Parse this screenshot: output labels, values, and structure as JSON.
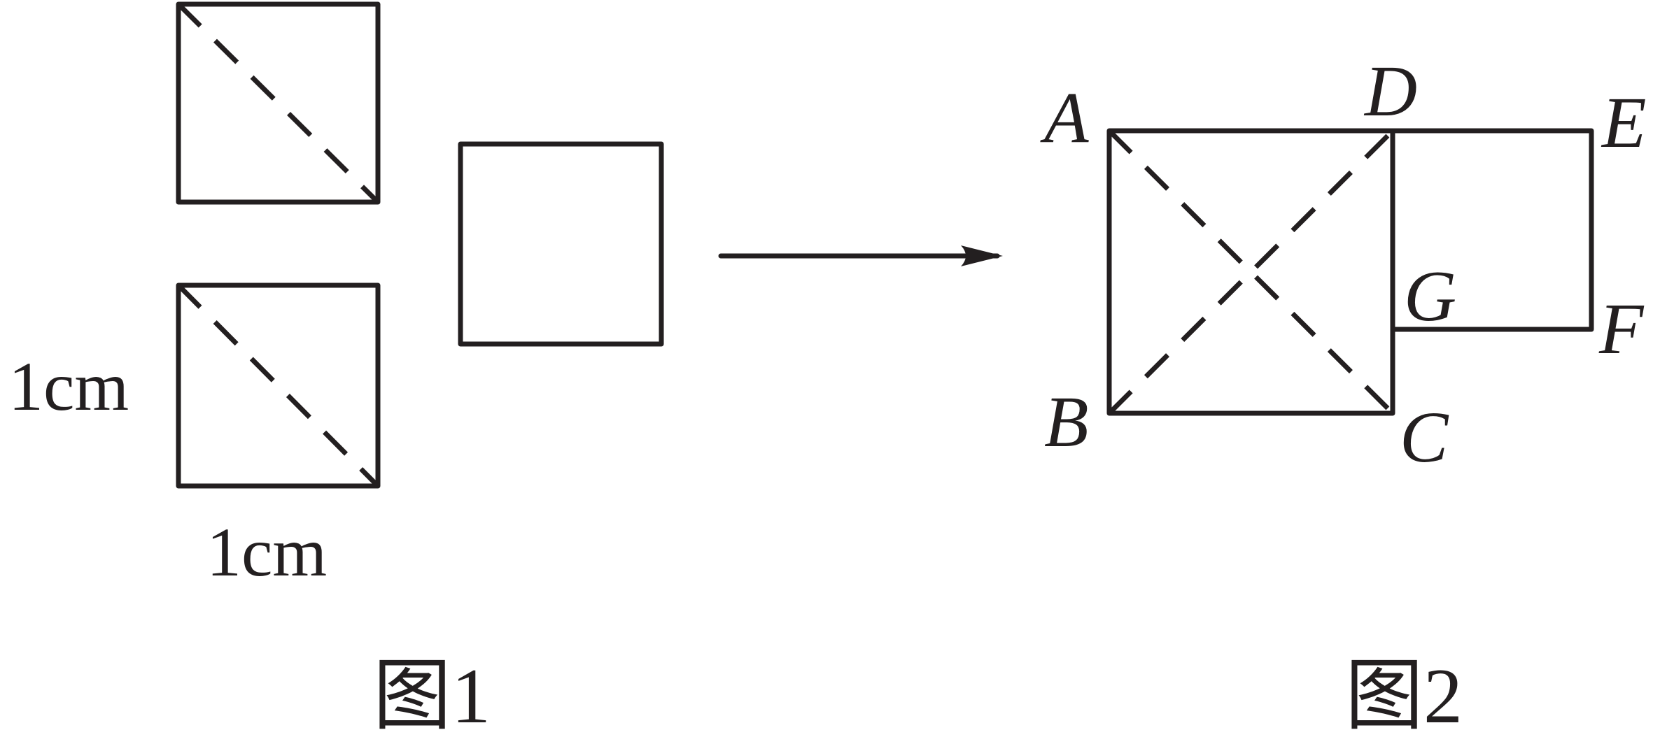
{
  "figure1": {
    "side_label_left": "1cm",
    "side_label_bottom": "1cm",
    "caption": "图1"
  },
  "figure2": {
    "points": {
      "A": "A",
      "B": "B",
      "C": "C",
      "D": "D",
      "E": "E",
      "F": "F",
      "G": "G"
    },
    "caption": "图2"
  }
}
